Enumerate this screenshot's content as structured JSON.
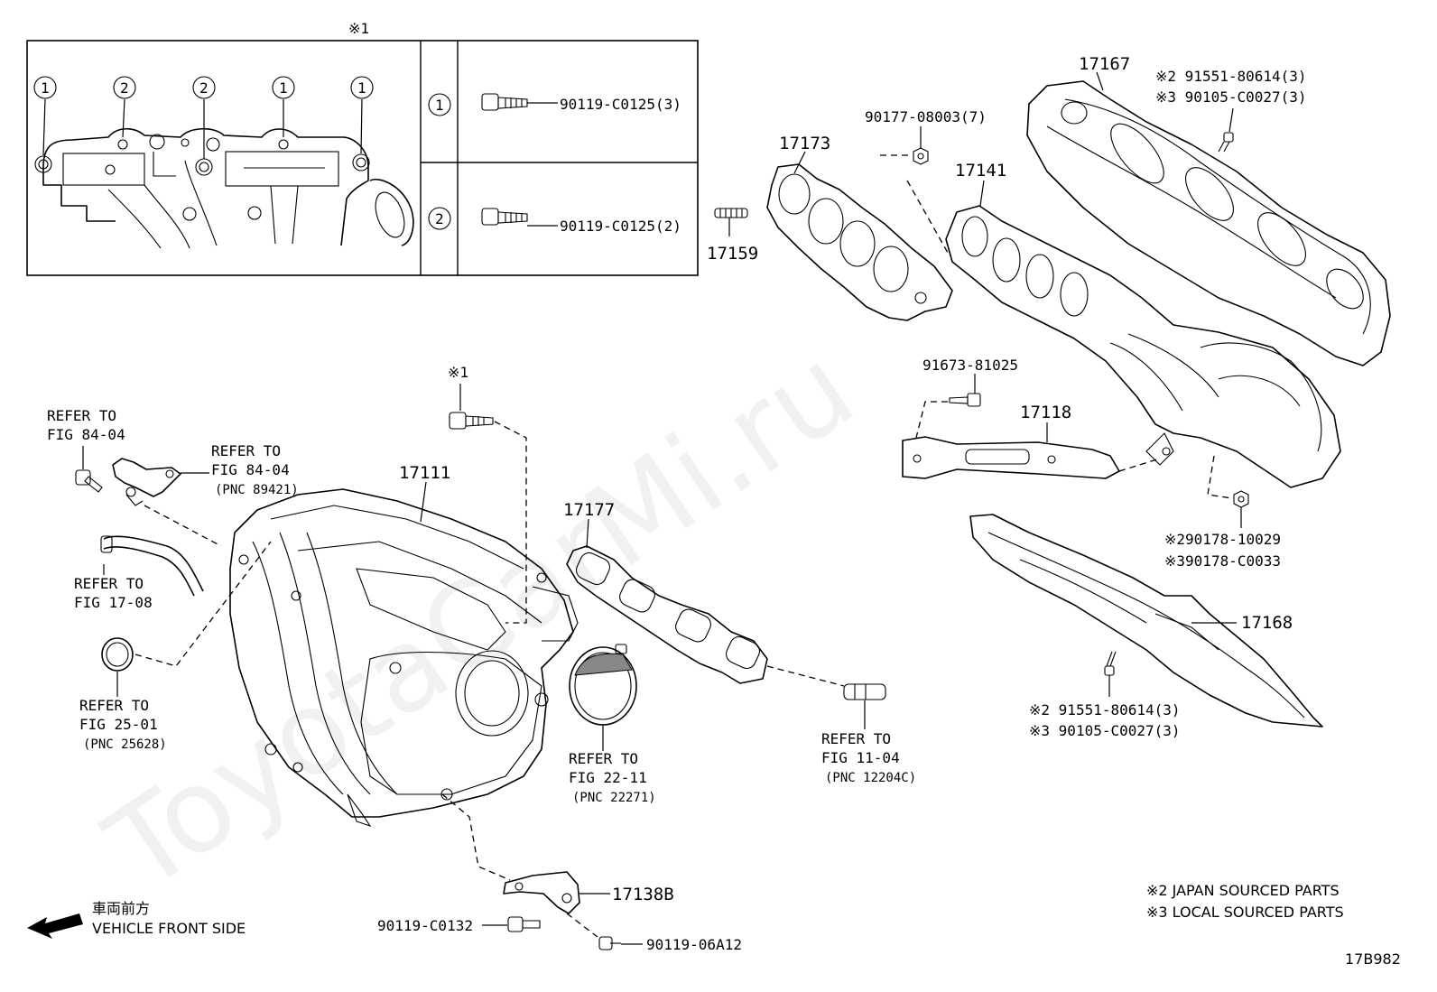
{
  "watermark": "ToyotaCarMi.ru",
  "inset": {
    "mark": "※1",
    "circled_1": "1",
    "circled_2": "2",
    "bolt_1": "90119-C0125(3)",
    "bolt_2": "90119-C0125(2)"
  },
  "parts": {
    "p17167": "17167",
    "p17173": "17173",
    "p17141": "17141",
    "p17159": "17159",
    "p90177": "90177-08003(7)",
    "p91551_top": "※2 91551-80614(3)",
    "p90105_top": "※3 90105-C0027(3)",
    "p91673": "91673-81025",
    "p17118": "17118",
    "p90178_a": "※290178-10029",
    "p90178_b": "※390178-C0033",
    "p17168": "17168",
    "p91551_bot": "※2 91551-80614(3)",
    "p90105_bot": "※3 90105-C0027(3)",
    "p17111": "17111",
    "p17177": "17177",
    "p17138B": "17138B",
    "p90119_C0132": "90119-C0132",
    "p90119_06A12": "90119-06A12",
    "mark_bolt": "※1"
  },
  "refs": {
    "r8404a": [
      "REFER TO",
      "FIG 84-04"
    ],
    "r8404b": [
      "REFER TO",
      "FIG 84-04",
      "(PNC 89421)"
    ],
    "r1708": [
      "REFER TO",
      "FIG 17-08"
    ],
    "r2501": [
      "REFER TO",
      "FIG 25-01",
      "(PNC 25628)"
    ],
    "r2211": [
      "REFER TO",
      "FIG 22-11",
      "(PNC 22271)"
    ],
    "r1104": [
      "REFER TO",
      "FIG 11-04",
      "(PNC 12204C)"
    ]
  },
  "legend": {
    "japan": "※2 JAPAN SOURCED PARTS",
    "local": "※3 LOCAL SOURCED PARTS"
  },
  "direction": {
    "jp": "車両前方",
    "en": "VEHICLE FRONT SIDE"
  },
  "figure_code": "17B982"
}
